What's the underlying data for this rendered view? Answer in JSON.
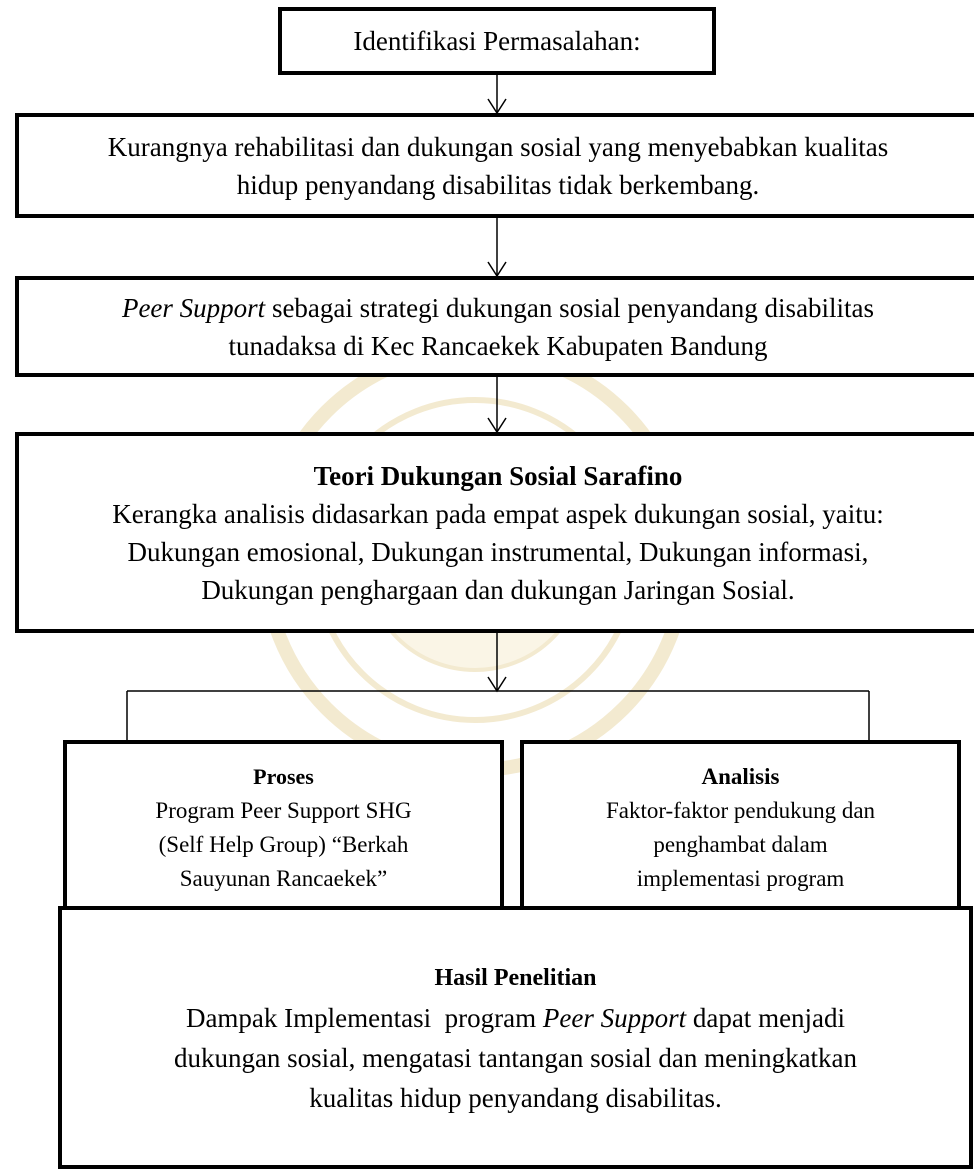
{
  "box1": {
    "text": "Identifikasi Permasalahan:"
  },
  "box2": {
    "line1": "Kurangnya rehabilitasi dan dukungan sosial yang menyebabkan kualitas",
    "line2": "hidup penyandang disabilitas tidak berkembang."
  },
  "box3": {
    "italic": "Peer Support",
    "line1_rest": " sebagai strategi dukungan sosial penyandang disabilitas",
    "line2": "tunadaksa di Kec Rancaekek Kabupaten Bandung"
  },
  "box4": {
    "title": "Teori Dukungan Sosial Sarafino",
    "line1": "Kerangka analisis didasarkan pada empat aspek dukungan sosial, yaitu:",
    "line2": "Dukungan emosional, Dukungan instrumental, Dukungan informasi,",
    "line3": "Dukungan penghargaan dan dukungan Jaringan Sosial."
  },
  "box5": {
    "title": "Proses",
    "line1": "Program Peer Support SHG",
    "line2": "(Self Help Group) “Berkah",
    "line3": "Sauyunan Rancaekek”"
  },
  "box6": {
    "title": "Analisis",
    "line1": "Faktor-faktor pendukung dan",
    "line2": "penghambat dalam",
    "line3": "implementasi program"
  },
  "box7": {
    "title": "Hasil Penelitian",
    "line1_pre": "Dampak Implementasi  program ",
    "line1_italic": "Peer Support",
    "line1_post": " dapat menjadi",
    "line2": "dukungan sosial, mengatasi tantangan sosial dan meningkatkan",
    "line3": "kualitas hidup penyandang disabilitas."
  },
  "colors": {
    "border": "#000000",
    "watermark": "#f3ead0"
  }
}
